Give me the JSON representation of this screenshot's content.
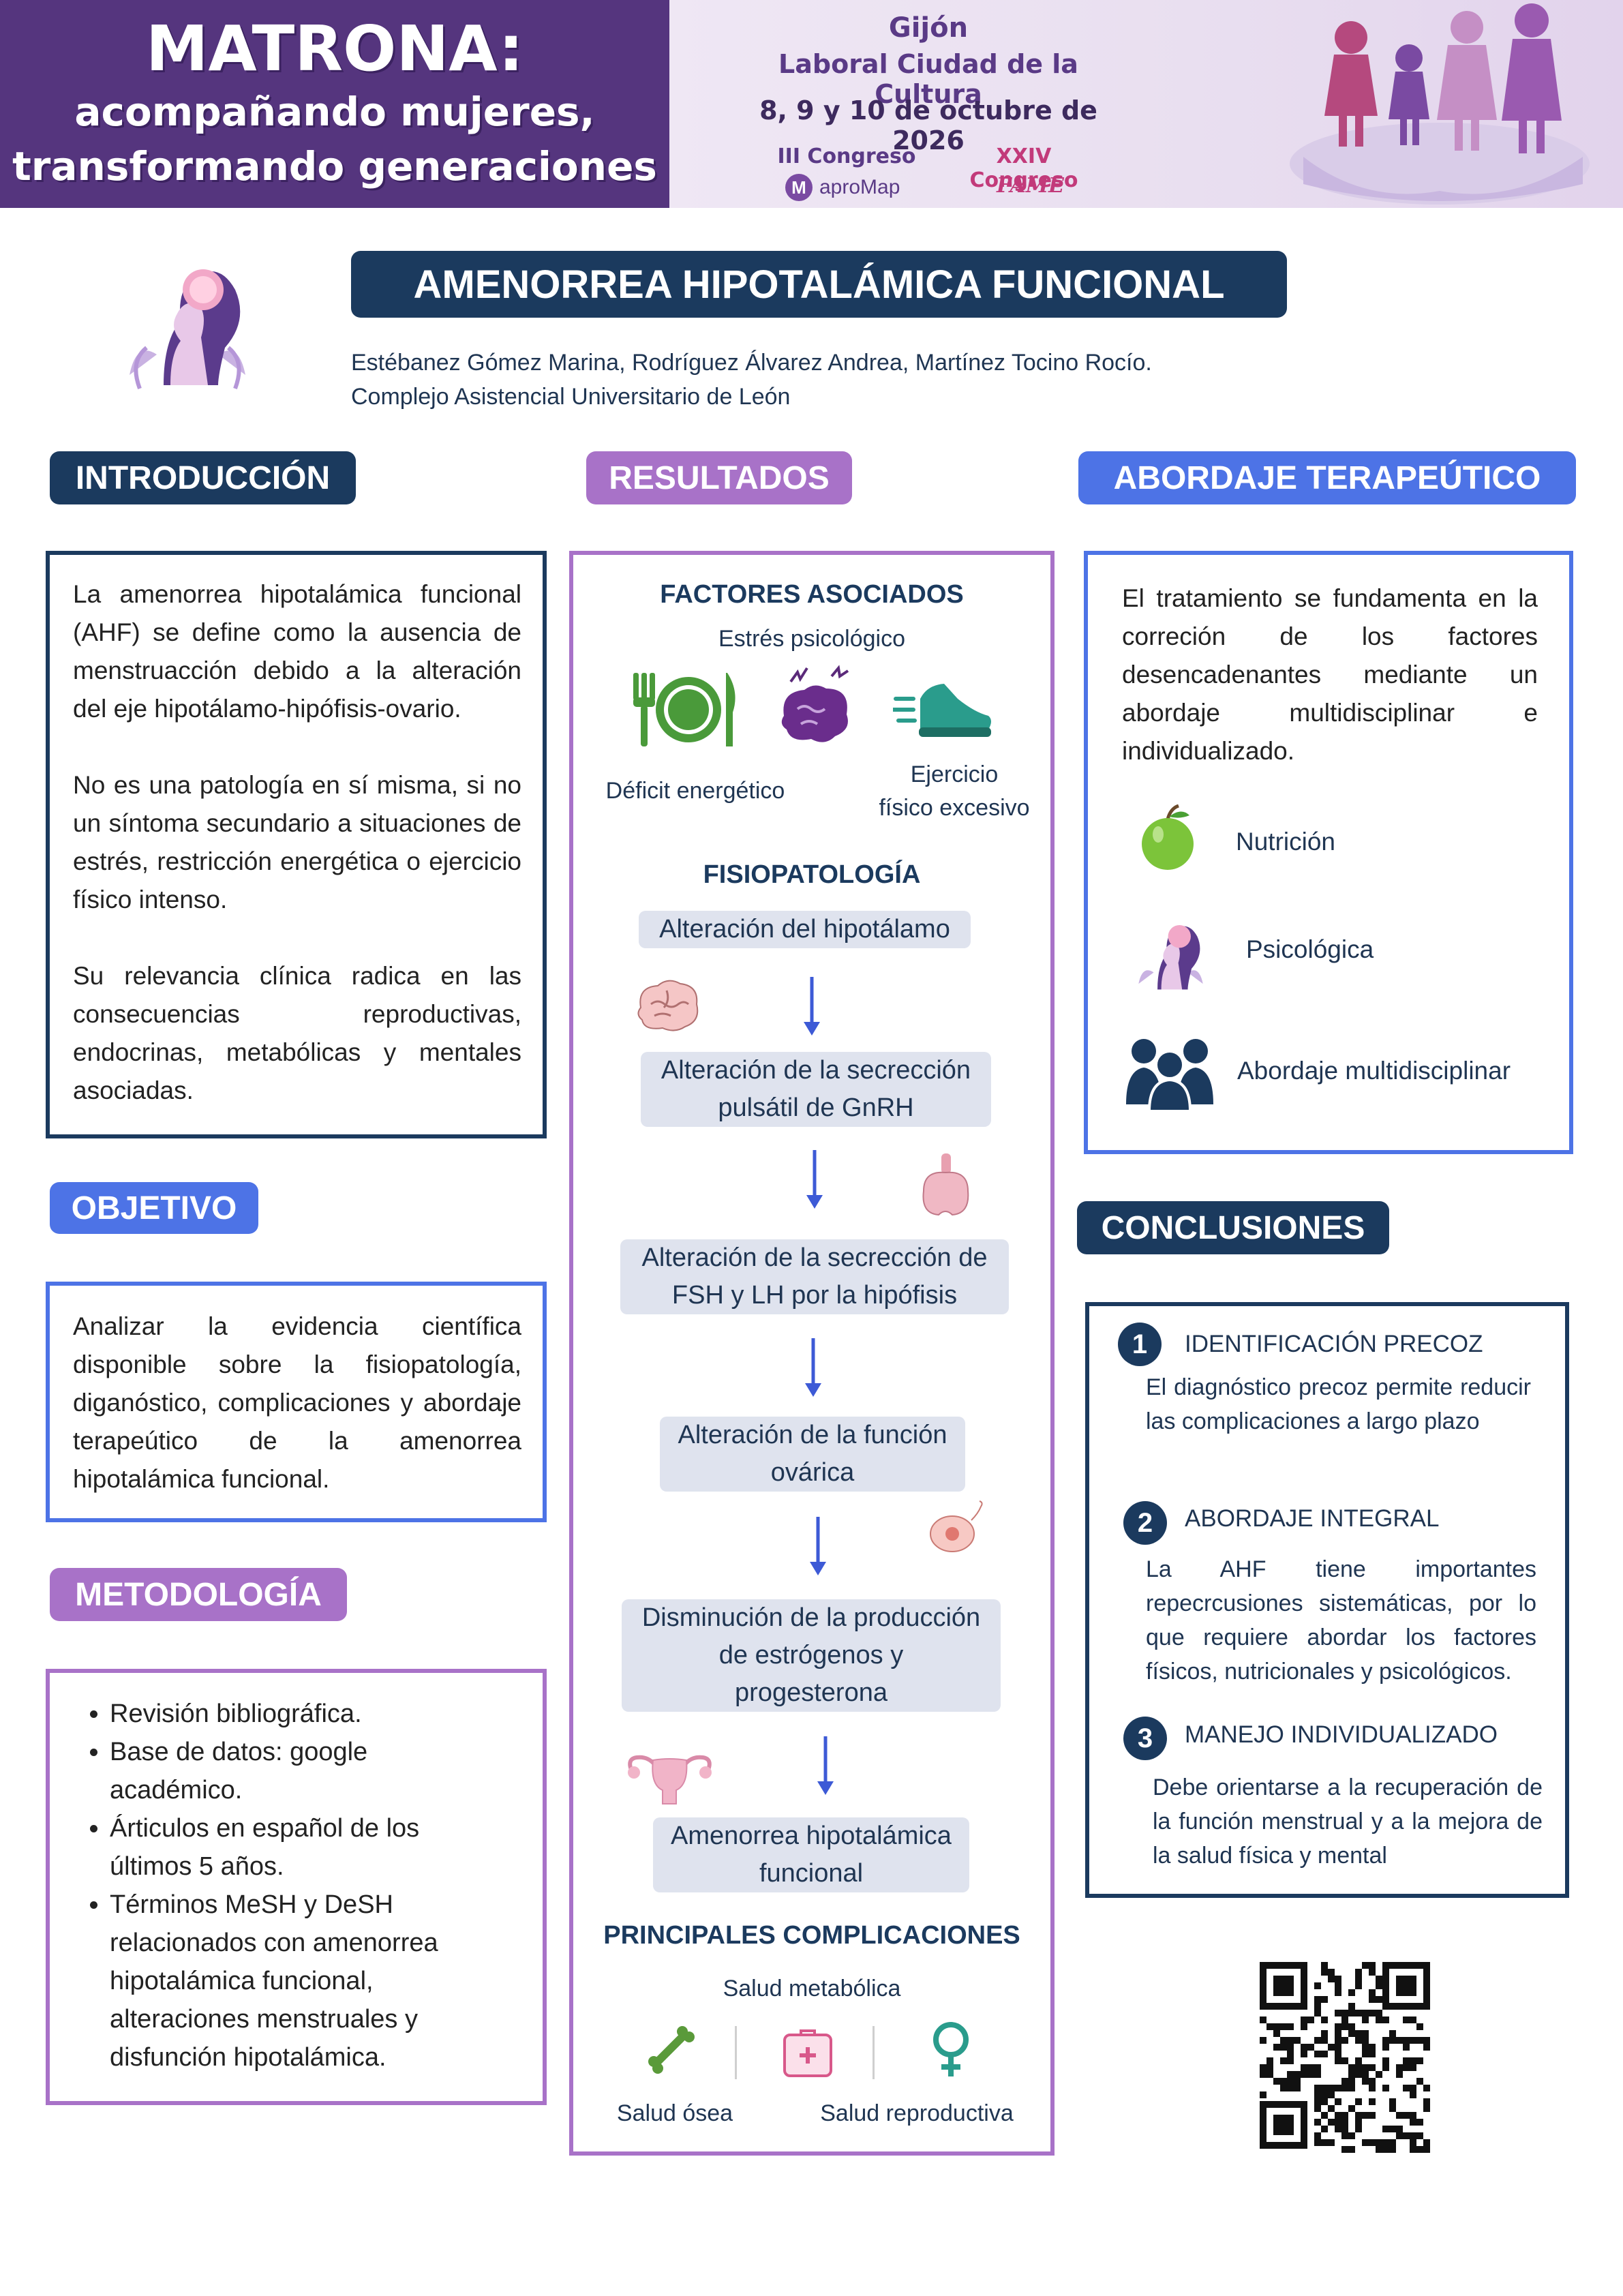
{
  "banner": {
    "title": "MATRONA:",
    "subtitle1": "acompañando mujeres,",
    "subtitle2": "transformando generaciones",
    "city": "Gijón",
    "venue": "Laboral Ciudad de la Cultura",
    "dates": "8, 9 y 10 de octubre de 2026",
    "congress1": "III Congreso",
    "org1": "aproMap",
    "congress2": "XXIV Congreso",
    "org2": "FAME"
  },
  "poster": {
    "title": "AMENORREA HIPOTALÁMICA FUNCIONAL",
    "authors": "Estébanez Gómez Marina, Rodríguez Álvarez Andrea, Martínez Tocino Rocío.",
    "institution": "Complejo Asistencial Universitario de León"
  },
  "intro": {
    "heading": "INTRODUCCIÓN",
    "p1": "La amenorrea hipotalámica funcional (AHF) se define como la ausencia de menstruacción debido a la alteración del eje hipotálamo-hipófisis-ovario.",
    "p2": "No es una patología en sí misma, si no un síntoma secundario a situaciones de estrés, restricción energética o ejercicio físico intenso.",
    "p3": "Su relevancia clínica radica en las consecuencias reproductivas, endocrinas, metabólicas y mentales asociadas."
  },
  "objective": {
    "heading": "OBJETIVO",
    "text": "Analizar la evidencia científica disponible sobre la fisiopatología, diganóstico, complicaciones y abordaje terapeútico de la amenorrea hipotalámica funcional."
  },
  "methodology": {
    "heading": "METODOLOGÍA",
    "items": [
      "Revisión bibliográfica.",
      "Base de datos: google académico.",
      "Árticulos en español de los últimos 5 años.",
      "Términos MeSH y DeSH relacionados con amenorrea hipotalámica funcional, alteraciones menstruales y disfunción hipotalámica."
    ]
  },
  "results": {
    "heading": "RESULTADOS",
    "factors_title": "FACTORES  ASOCIADOS",
    "factor_stress": "Estrés psicológico",
    "factor_energy": "Déficit energético",
    "factor_exercise_1": "Ejercicio",
    "factor_exercise_2": "físico excesivo",
    "physio_title": "FISIOPATOLOGÍA",
    "steps": [
      [
        "Alteración del hipotálamo"
      ],
      [
        "Alteración de la secrección",
        "pulsátil de GnRH"
      ],
      [
        "Alteración de la secrección de",
        "FSH y LH por la hipófisis"
      ],
      [
        "Alteración de la función",
        "ovárica"
      ],
      [
        "Disminución de la producción",
        "de estrógenos y",
        "progesterona"
      ],
      [
        "Amenorrea hipotalámica",
        "funcional"
      ]
    ],
    "complications_title": "PRINCIPALES COMPLICACIONES",
    "comp_metabolic": "Salud metabólica",
    "comp_bone": "Salud ósea",
    "comp_repro": "Salud reproductiva"
  },
  "therapy": {
    "heading": "ABORDAJE  TERAPEÚTICO",
    "text": "El tratamiento se fundamenta en la correción de los factores desencadenantes mediante un abordaje multidisciplinar e individualizado.",
    "item_nutrition": "Nutrición",
    "item_psych": "Psicológica",
    "item_multi": "Abordaje multidisciplinar"
  },
  "conclusions": {
    "heading": "CONCLUSIONES",
    "items": [
      {
        "num": "1",
        "title": "IDENTIFICACIÓN PRECOZ",
        "text": "El diagnóstico precoz permite reducir las complicaciones a largo plazo"
      },
      {
        "num": "2",
        "title": "ABORDAJE INTEGRAL",
        "text": "La AHF tiene importantes repecrcusiones sistemáticas, por lo que requiere abordar los factores físicos, nutricionales y psicológicos."
      },
      {
        "num": "3",
        "title": "MANEJO INDIVIDUALIZADO",
        "text": "Debe orientarse a la recuperación de la función menstrual y a la mejora de la salud física y mental"
      }
    ]
  },
  "colors": {
    "navy": "#1b3a5e",
    "purple": "#a872c8",
    "blue": "#4d73e6",
    "banner_purple": "#55357e"
  }
}
